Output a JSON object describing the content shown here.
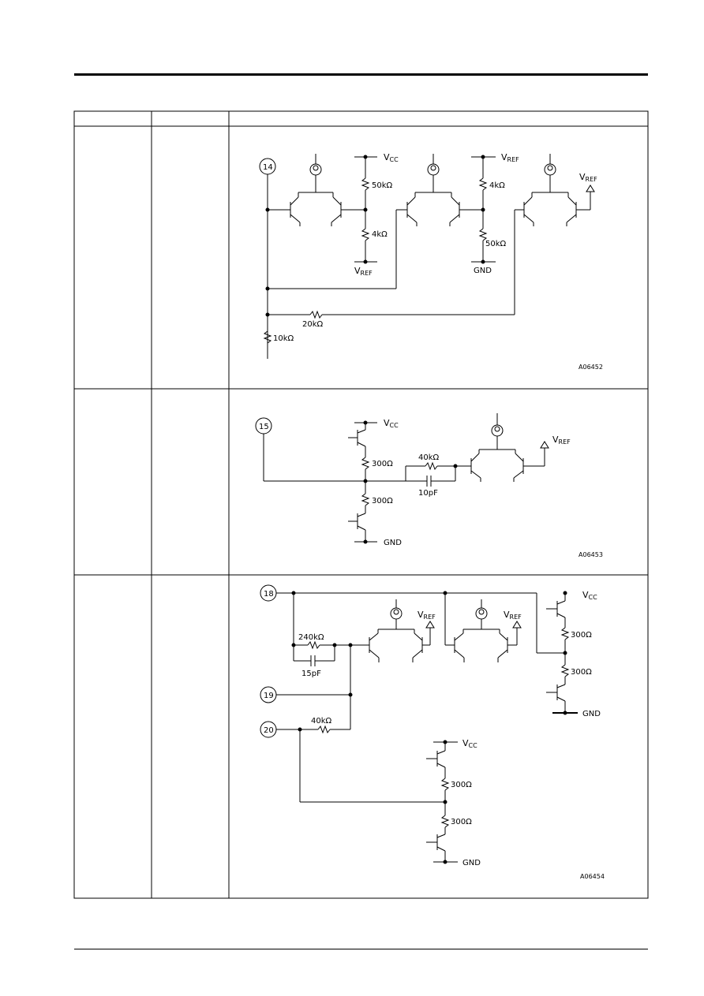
{
  "table": {
    "header": [
      "",
      "",
      ""
    ],
    "rows": [
      {
        "pin": "",
        "name": "",
        "figure_id": "A06452"
      },
      {
        "pin": "",
        "name": "",
        "figure_id": "A06453"
      },
      {
        "pin": "",
        "name": "",
        "figure_id": "A06454"
      }
    ]
  },
  "schematic1": {
    "pin": "14",
    "vcc": "V",
    "vcc_sub": "CC",
    "vref_a": "V",
    "vref_a_sub": "REF",
    "vref_b": "V",
    "vref_b_sub": "REF",
    "vref_c": "V",
    "vref_c_sub": "REF",
    "r_50k_top": "50kΩ",
    "r_4k_left": "4kΩ",
    "r_4k_right": "4kΩ",
    "r_50k_bottom": "50kΩ",
    "gnd": "GND",
    "r_20k": "20kΩ",
    "r_10k": "10kΩ",
    "label": "A06452"
  },
  "schematic2": {
    "pin": "15",
    "vcc": "V",
    "vcc_sub": "CC",
    "vref": "V",
    "vref_sub": "REF",
    "r_300_top": "300Ω",
    "r_300_bottom": "300Ω",
    "r_40k": "40kΩ",
    "c_10p": "10pF",
    "gnd": "GND",
    "label": "A06453"
  },
  "schematic3": {
    "pin18": "18",
    "pin19": "19",
    "pin20": "20",
    "vref_a": "V",
    "vref_a_sub": "REF",
    "vref_b": "V",
    "vref_b_sub": "REF",
    "vcc_a": "V",
    "vcc_a_sub": "CC",
    "vcc_b": "V",
    "vcc_b_sub": "CC",
    "r_240k": "240kΩ",
    "c_15p": "15pF",
    "r_40k": "40kΩ",
    "r_300_a": "300Ω",
    "r_300_b": "300Ω",
    "r_300_c": "300Ω",
    "r_300_d": "300Ω",
    "gnd_a": "GND",
    "gnd_b": "GND",
    "label": "A06454"
  }
}
